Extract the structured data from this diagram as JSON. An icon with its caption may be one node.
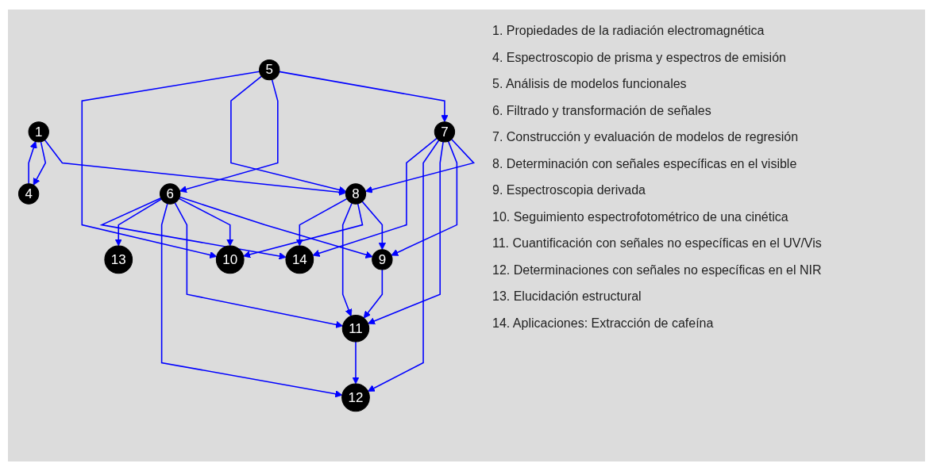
{
  "diagram": {
    "nodes": [
      {
        "text": [
          "1"
        ]
      },
      {
        "text": [
          "4"
        ]
      },
      {
        "text": [
          "5"
        ]
      },
      {
        "text": [
          "6"
        ]
      },
      {
        "text": [
          "7"
        ]
      },
      {
        "text": [
          "8"
        ]
      },
      {
        "text": [
          "9"
        ]
      },
      {
        "text": [
          "10"
        ]
      },
      {
        "text": [
          "11"
        ]
      },
      {
        "text": [
          "12"
        ]
      },
      {
        "text": [
          "13"
        ]
      },
      {
        "text": [
          "14"
        ]
      }
    ],
    "edges": [
      {
        "from": 2,
        "to": 4,
        "arrow": "to"
      },
      {
        "from": 2,
        "to": 3,
        "arrow": "to"
      },
      {
        "from": 2,
        "to": 5,
        "arrow": "to"
      },
      {
        "from": 2,
        "to": 7,
        "arrow": "to"
      },
      {
        "from": 0,
        "to": 5,
        "arrow": "to"
      },
      {
        "from": 1,
        "to": 0,
        "arrow": "to"
      },
      {
        "from": 0,
        "to": 1,
        "arrow": "to"
      },
      {
        "from": 4,
        "to": 5,
        "arrow": "to"
      },
      {
        "from": 4,
        "to": 6,
        "arrow": "to"
      },
      {
        "from": 4,
        "to": 8,
        "arrow": "to"
      },
      {
        "from": 4,
        "to": 9,
        "arrow": "to"
      },
      {
        "from": 4,
        "to": 11,
        "arrow": "to"
      },
      {
        "from": 3,
        "to": 6,
        "arrow": "to"
      },
      {
        "from": 3,
        "to": 7,
        "arrow": "to"
      },
      {
        "from": 3,
        "to": 8,
        "arrow": "to"
      },
      {
        "from": 3,
        "to": 9,
        "arrow": "to"
      },
      {
        "from": 3,
        "to": 10,
        "arrow": "to"
      },
      {
        "from": 3,
        "to": 11,
        "arrow": "to"
      },
      {
        "from": 5,
        "to": 6,
        "arrow": "to"
      },
      {
        "from": 5,
        "to": 7,
        "arrow": "to"
      },
      {
        "from": 5,
        "to": 8,
        "arrow": "to"
      },
      {
        "from": 5,
        "to": 11,
        "arrow": "to"
      },
      {
        "from": 6,
        "to": 8,
        "arrow": "to"
      },
      {
        "from": 8,
        "to": 9,
        "arrow": "to"
      }
    ],
    "labels": [
      "1. Propiedades de la radiación electromagnética",
      "4. Espectroscopio de prisma y espectros de emisión",
      "5. Análisis de modelos funcionales",
      "6. Filtrado y transformación de señales",
      "7. Construcción y evaluación de modelos de regresión",
      "8. Determinación con señales específicas en el visible",
      "9. Espectroscopia derivada",
      "10. Seguimiento espectrofotométrico de una cinética",
      "11. Cuantificación con señales no específicas en el UV/Vis",
      "12. Determinaciones con señales no específicas en el NIR",
      "13. Elucidación estructural",
      "14. Aplicaciones: Extracción de cafeína"
    ]
  }
}
